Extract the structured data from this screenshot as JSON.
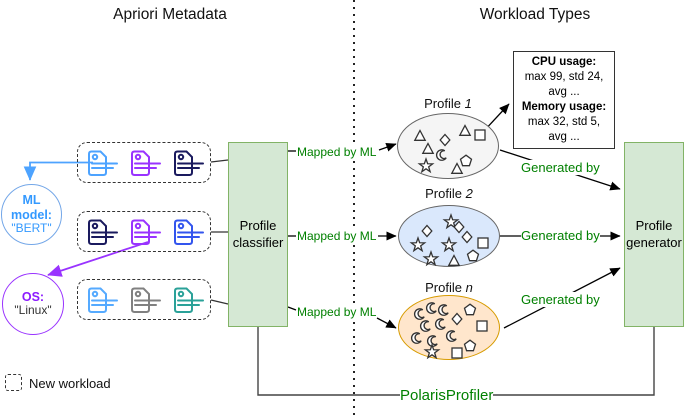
{
  "titles": {
    "left": "Apriori Metadata",
    "right": "Workload Types"
  },
  "colors": {
    "process_box_fill": "#d5e8d4",
    "process_box_border": "#82b366",
    "green_text": "#008000",
    "ml_blue": "#3399ff",
    "os_purple": "#9933ff",
    "profile1_fill": "#f5f5f5",
    "profile2_fill": "#dae8fc",
    "profile_n_fill": "#ffe6cc",
    "profile_n_border": "#d79b00"
  },
  "metadata_groups": [
    {
      "tags": [
        {
          "color": "#4da3ff"
        },
        {
          "color": "#9933ff"
        },
        {
          "color": "#1a1a5e"
        }
      ]
    },
    {
      "tags": [
        {
          "color": "#1a1a5e"
        },
        {
          "color": "#9933ff"
        },
        {
          "color": "#3355ee"
        }
      ]
    },
    {
      "tags": [
        {
          "color": "#55aaff"
        },
        {
          "color": "#808080"
        },
        {
          "color": "#2aa198"
        }
      ]
    }
  ],
  "ml_circle": {
    "title": "ML model:",
    "value": "\"BERT\""
  },
  "os_circle": {
    "title": "OS:",
    "value": "\"Linux\""
  },
  "classifier": {
    "label": "Profile classifier"
  },
  "generator": {
    "label": "Profile generator"
  },
  "edges": {
    "mapped": "Mapped by ML",
    "generated": "Generated by",
    "system": "PolarisProfiler"
  },
  "profiles": [
    {
      "name": "Profile",
      "suffix": "1"
    },
    {
      "name": "Profile",
      "suffix": "2"
    },
    {
      "name": "Profile",
      "suffix": "n"
    }
  ],
  "stats_box": {
    "cpu_title": "CPU usage:",
    "cpu_line1": "max 99, std 24,",
    "cpu_line2": "avg ...",
    "mem_title": "Memory usage:",
    "mem_line1": "max 32, std 5,",
    "mem_line2": "avg ..."
  },
  "legend": {
    "label": "New workload"
  }
}
